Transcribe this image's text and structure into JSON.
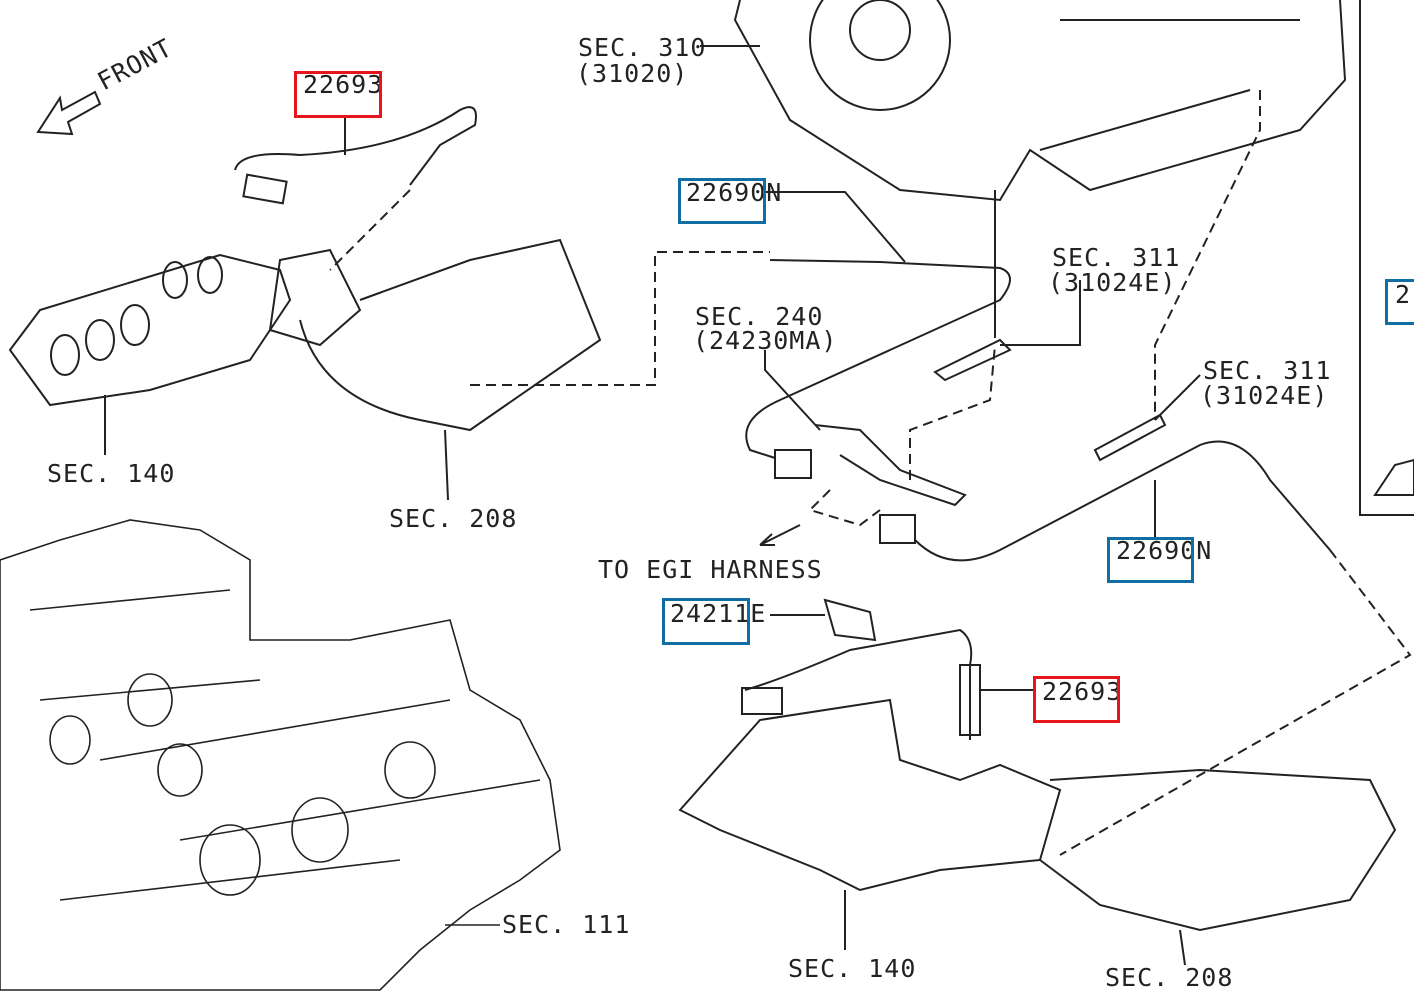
{
  "front_label": "FRONT",
  "callouts": {
    "o2_sensor_upper": "22693",
    "o2_sensor_lower": "22693",
    "af_sensor_mid": "22690N",
    "af_sensor_right": "22690N",
    "bracket": "24211E",
    "partial_right": "2"
  },
  "sections": {
    "sec310": "SEC. 310",
    "sec310_code": "(31020)",
    "sec311_a": "SEC. 311",
    "sec311_a_code": "(31024E)",
    "sec311_b": "SEC. 311",
    "sec311_b_code": "(31024E)",
    "sec240": "SEC. 240",
    "sec240_code": "(24230MA)",
    "sec140_left": "SEC. 140",
    "sec208_left": "SEC. 208",
    "sec140_bottom": "SEC. 140",
    "sec208_bottom": "SEC. 208",
    "sec111": "SEC. 111"
  },
  "harness_label": "TO EGI HARNESS",
  "colors": {
    "highlight_red": "#e8141b",
    "highlight_blue": "#106ea3",
    "line": "#222222"
  }
}
